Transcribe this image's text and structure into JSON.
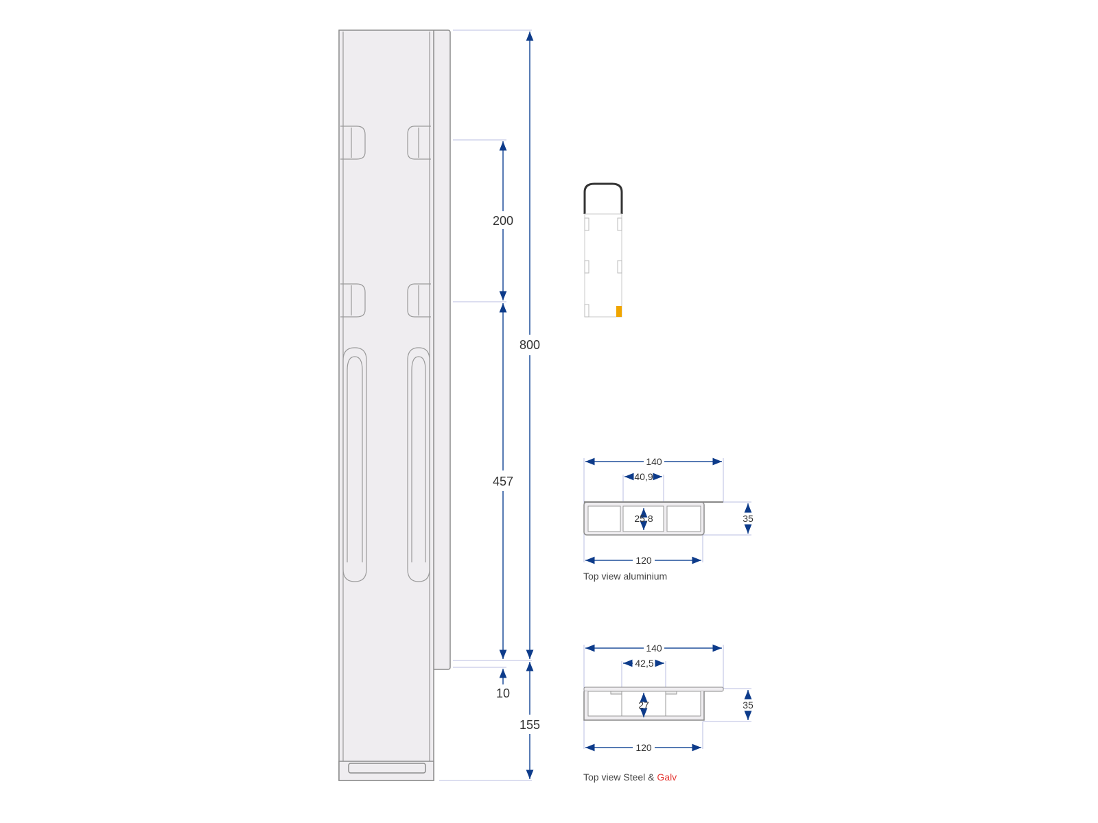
{
  "drawing": {
    "dimensions_front": {
      "total_height": "800",
      "top_spacing": "200",
      "middle_spacing": "457",
      "bottom_gap": "10",
      "foot_height": "155"
    },
    "top_view_aluminium": {
      "overall_width": "140",
      "inner_width": "40,9",
      "inner_height": "25,8",
      "height": "35",
      "body_width": "120",
      "caption": "Top view aluminium"
    },
    "top_view_steel": {
      "overall_width": "140",
      "inner_width": "42,5",
      "inner_height": "27",
      "height": "35",
      "body_width": "120",
      "caption_prefix": "Top view Steel & ",
      "caption_highlight": "Galv"
    },
    "colors": {
      "dimension_line": "#1f4e9a",
      "highlight_text": "#e53935",
      "marker": "#f0a500"
    }
  }
}
